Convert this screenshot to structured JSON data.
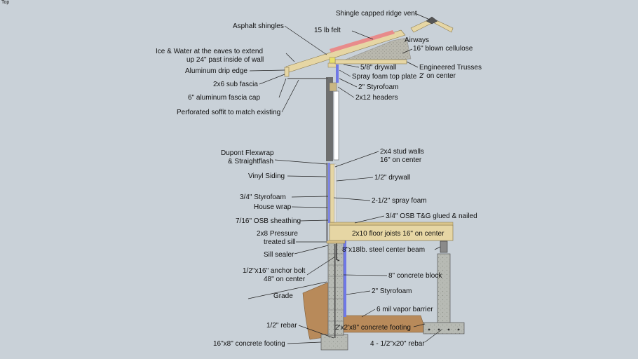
{
  "viewport_label": "Top",
  "labels": {
    "ridge_vent": "Shingle capped ridge vent",
    "asphalt_shingles": "Asphalt shingles",
    "felt": "15 lb felt",
    "airways": "Airways",
    "cellulose": "16\" blown cellulose",
    "ice_water_1": "Ice & Water at the eaves to extend",
    "ice_water_2": "up 24\" past inside of wall",
    "drip_edge": "Aluminum drip edge",
    "sub_fascia": "2x6 sub fascia",
    "fascia_cap": "6\" aluminum fascia cap",
    "soffit": "Perforated soffit to match existing",
    "drywall_ceiling": "5/8\" drywall",
    "spray_top_plate": "Spray foam top plate",
    "trusses_1": "Engineered Trusses",
    "trusses_2": "2' on center",
    "styrofoam_header": "2\" Styrofoam",
    "headers": "2x12 headers",
    "flexwrap_1": "Dupont Flexwrap",
    "flexwrap_2": "& Straightflash",
    "stud_walls_1": "2x4 stud walls",
    "stud_walls_2": "16\" on center",
    "vinyl_siding": "Vinyl Siding",
    "drywall_wall": "1/2\" drywall",
    "styrofoam_34": "3/4\" Styrofoam",
    "spray_foam": "2-1/2\" spray foam",
    "house_wrap": "House wrap",
    "osb_subfloor": "3/4\" OSB T&G glued & nailed",
    "osb_sheathing": "7/16\" OSB sheathing",
    "floor_joists": "2x10 floor joists 16\" on center",
    "sill_1": "2x8 Pressure",
    "sill_2": "treated sill",
    "steel_beam": "8\"x18lb. steel center beam",
    "sill_sealer": "Sill sealer",
    "anchor_1": "1/2\"x16\" anchor bolt",
    "anchor_2": "48\" on center",
    "concrete_block": "8\" concrete block",
    "grade": "Grade",
    "styrofoam_2": "2\" Styrofoam",
    "vapor_barrier": "6 mil vapor barrier",
    "rebar_half": "1/2\" rebar",
    "footing_2x2": "2'x2'x8\" concrete footing",
    "footing_16x8": "16\"x8\" concrete footing",
    "rebar_4": "4 - 1/2\"x20\" rebar"
  },
  "colors": {
    "background": "#c9d1d8",
    "lumber": "#e6d6a4",
    "lumber_edge": "#8a7a4e",
    "concrete": "#b7bab4",
    "insulation_blue": "#6f78e6",
    "soil": "#b88a5a",
    "roof_red": "#e88b8b",
    "cellulose": "#b9b8ae",
    "metal": "#555555"
  }
}
